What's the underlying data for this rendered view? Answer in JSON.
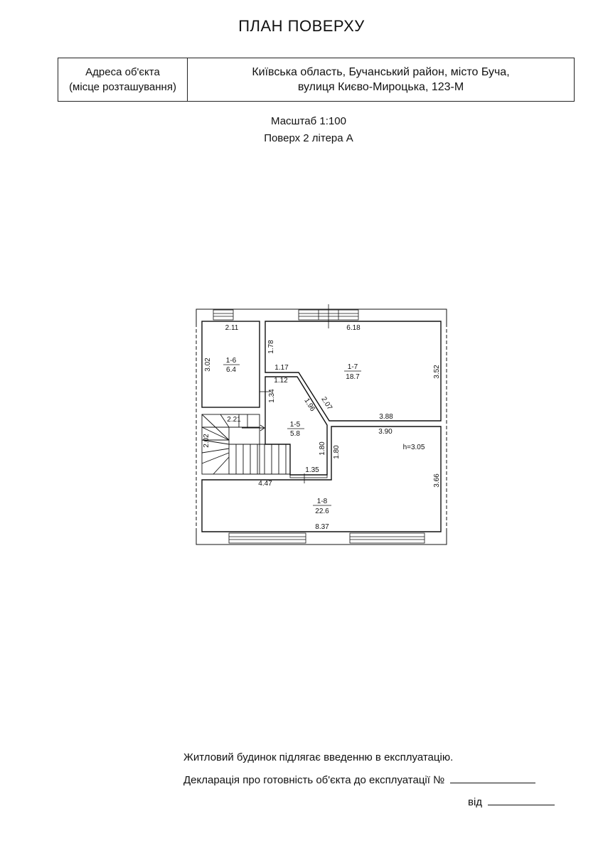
{
  "document": {
    "title": "ПЛАН ПОВЕРХУ",
    "address_label_line1": "Адреса об'єкта",
    "address_label_line2": "(місце розташування)",
    "address_value_line1": "Київська область, Бучанський район, місто Буча,",
    "address_value_line2": "вулиця Києво-Мироцька, 123-М",
    "scale": "Масштаб 1:100",
    "floor": "Поверх 2 літера А",
    "footer_line1": "Житловий будинок підлягає введенню в експлуатацію.",
    "footer_line2": "Декларація про готовність об'єкта до експлуатації №",
    "footer_line3": "від"
  },
  "plan": {
    "rooms": [
      {
        "id": "1-6",
        "area": "6.4"
      },
      {
        "id": "1-7",
        "area": "18.7"
      },
      {
        "id": "1-5",
        "area": "5.8"
      },
      {
        "id": "1-8",
        "area": "22.6"
      }
    ],
    "dimensions": {
      "r16_width": "2.11",
      "r16_height": "3.02",
      "r17_width": "6.18",
      "r17_left": "1.78",
      "r17_right": "3.52",
      "r17_notch": "1.17",
      "r17_bottom": "3.88",
      "r17_diag": "2.07",
      "r15_top": "1.12",
      "r15_left": "1.34",
      "r15_diag": "1.96",
      "r15_right": "1.80",
      "r15_bottom": "1.35",
      "stair_width": "2.21",
      "stair_height": "2.02",
      "r18_top_right": "3.90",
      "r18_left_edge": "1.80",
      "r18_top_left": "4.47",
      "r18_right": "3.66",
      "r18_bottom": "8.37"
    },
    "ceiling_height": "h=3.05"
  }
}
